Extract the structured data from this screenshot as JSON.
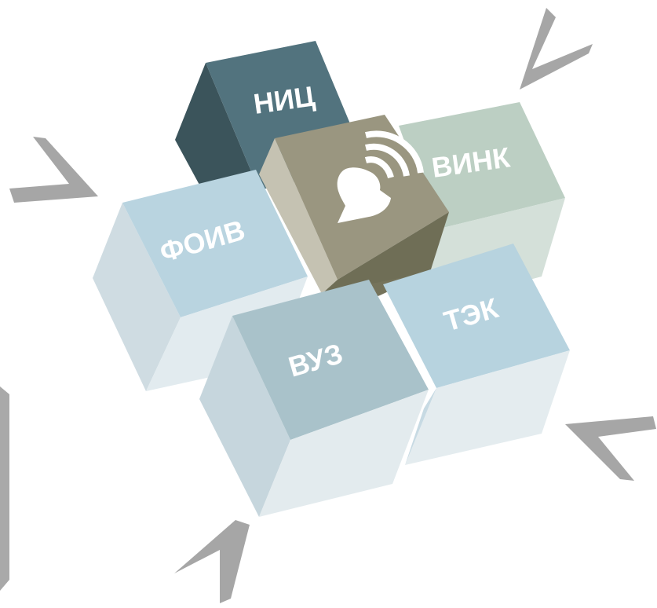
{
  "diagram": {
    "center": {
      "icon": "person-broadcast-icon",
      "color": "#9a9680"
    },
    "blocks": [
      {
        "id": "nic",
        "label": "НИЦ",
        "color": "#4f7480"
      },
      {
        "id": "vink",
        "label": "ВИНК",
        "color": "#bccfc3"
      },
      {
        "id": "foiv",
        "label": "ФОИВ",
        "color": "#b9d4e0"
      },
      {
        "id": "vuz",
        "label": "ВУЗ",
        "color": "#a9c2ca"
      },
      {
        "id": "tek",
        "label": "ТЭК",
        "color": "#b7d3df"
      }
    ],
    "arrows": [
      {
        "id": "top-right",
        "icon": "chevron-arrow-icon"
      },
      {
        "id": "left",
        "icon": "chevron-arrow-icon"
      },
      {
        "id": "bottom-right",
        "icon": "chevron-arrow-icon"
      },
      {
        "id": "bottom-left",
        "icon": "chevron-arrow-icon"
      }
    ]
  }
}
